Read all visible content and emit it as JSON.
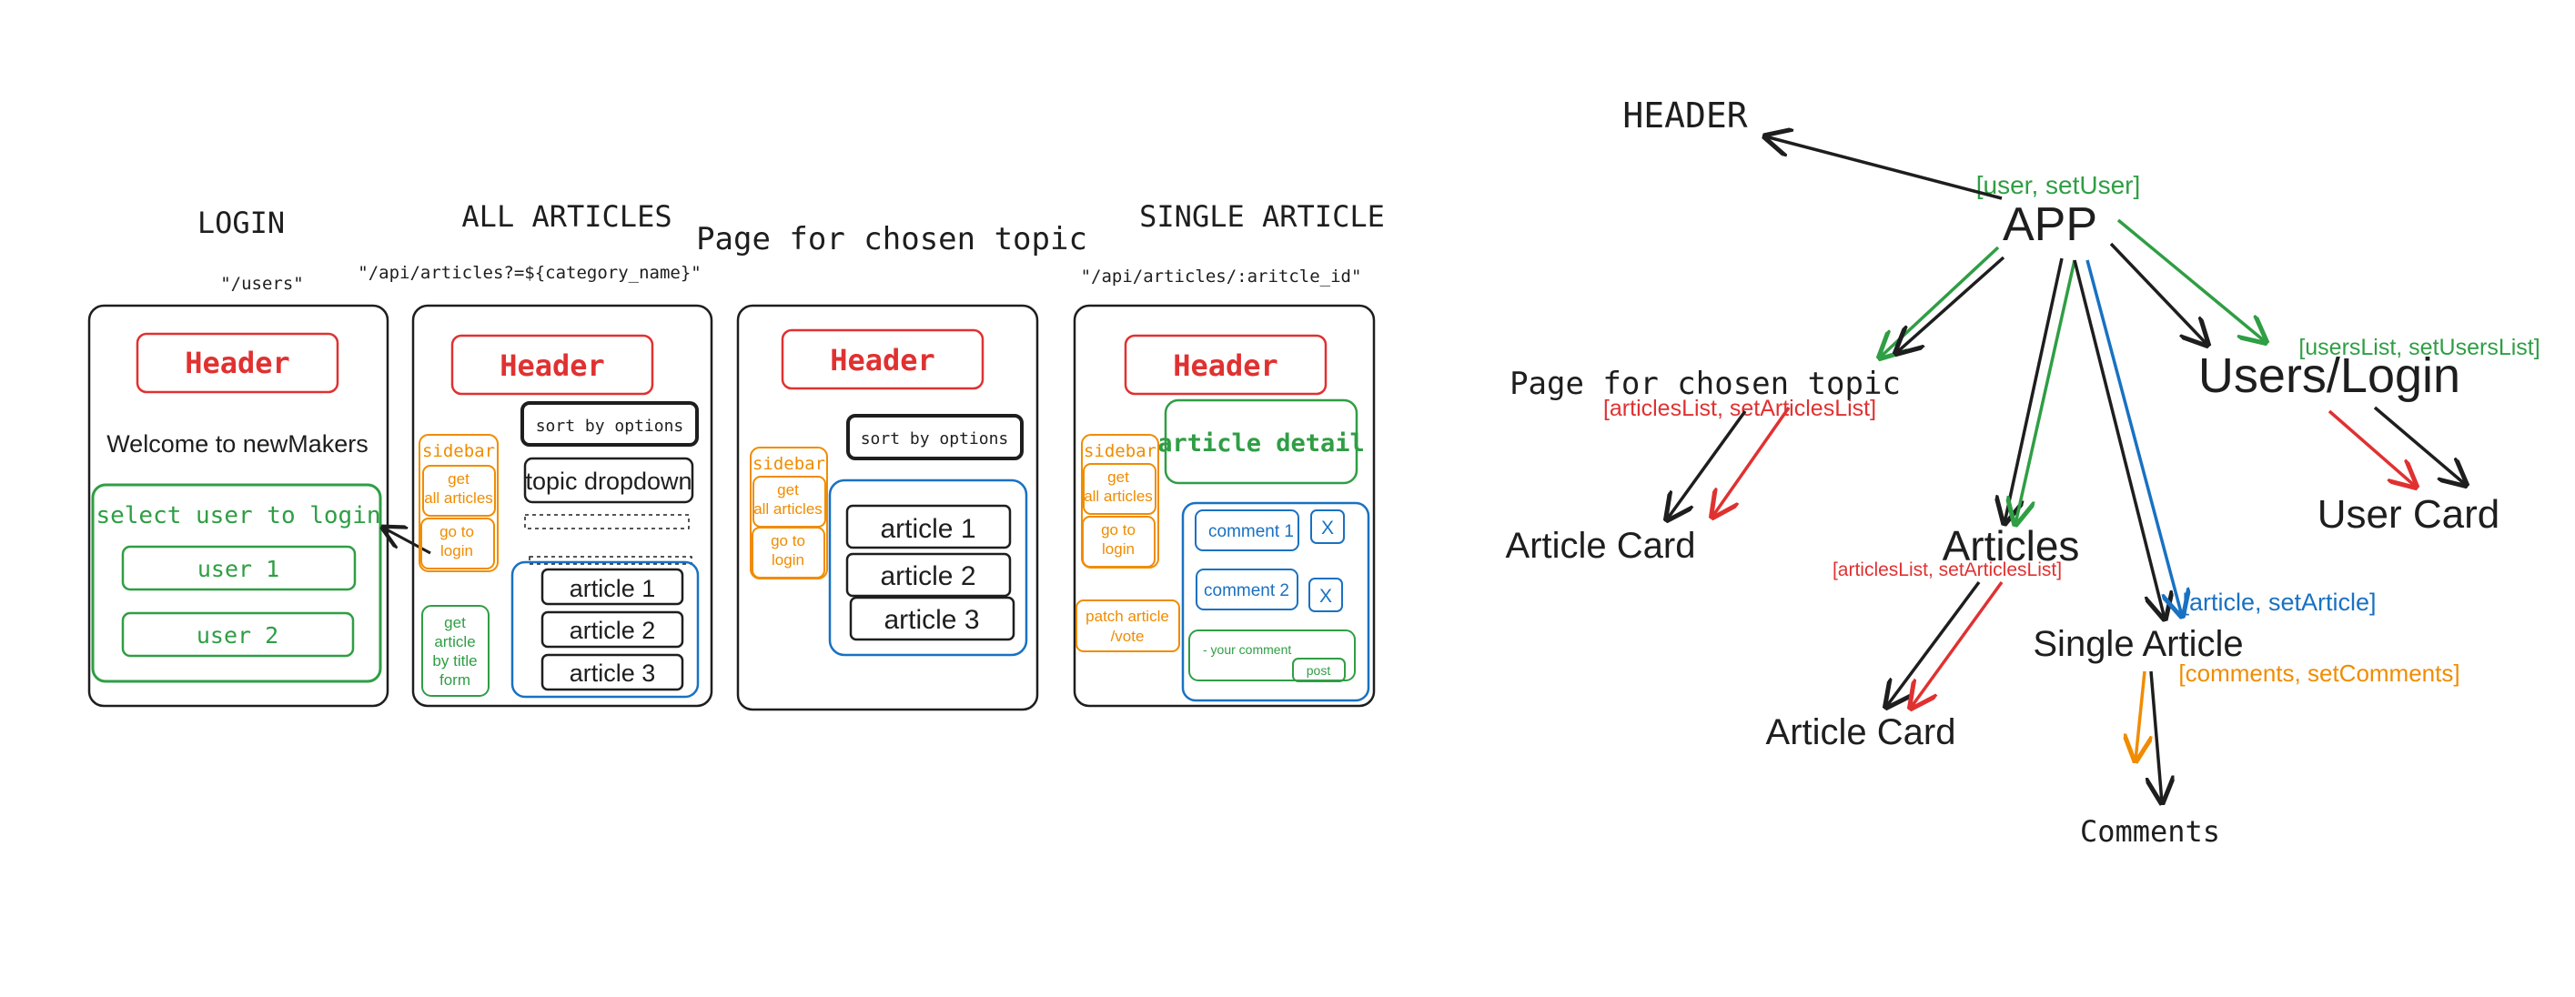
{
  "wireframes": {
    "login": {
      "title": "LOGIN",
      "route": "\"/users\"",
      "header": "Header",
      "welcome": "Welcome to newMakers",
      "select_prompt": "select user to login",
      "user1": "user 1",
      "user2": "user 2"
    },
    "all_articles": {
      "title": "ALL ARTICLES",
      "route": "\"/api/articles?=${category_name}\"",
      "header": "Header",
      "sort": "sort by options",
      "topic_dropdown": "topic dropdown",
      "sidebar": "sidebar",
      "get_all_1": "get",
      "get_all_2": "all articles",
      "go_login_1": "go to",
      "go_login_2": "login",
      "search_1": "get",
      "search_2": "article",
      "search_3": "by title",
      "search_4": "form",
      "articles": [
        "article 1",
        "article 2",
        "article 3"
      ]
    },
    "chosen_topic": {
      "title": "Page for chosen topic",
      "header": "Header",
      "sort": "sort by options",
      "sidebar": "sidebar",
      "get_all_1": "get",
      "get_all_2": "all articles",
      "go_login_1": "go to",
      "go_login_2": "login",
      "articles": [
        "article 1",
        "article 2",
        "article 3"
      ]
    },
    "single_article": {
      "title": "SINGLE ARTICLE",
      "route": "\"/api/articles/:aritcle_id\"",
      "header": "Header",
      "detail": "article detail",
      "sidebar": "sidebar",
      "get_all_1": "get",
      "get_all_2": "all articles",
      "go_login_1": "go to",
      "go_login_2": "login",
      "patch_1": "patch article",
      "patch_2": "/vote",
      "comments": [
        "comment 1",
        "comment 2"
      ],
      "delete": "X",
      "your_comment": "- your comment",
      "post": "post"
    }
  },
  "tree": {
    "header": "HEADER",
    "app": "APP",
    "app_state": "[user, setUser]",
    "topic_page": "Page for chosen topic",
    "topic_state": "[articlesList, setArticlesList]",
    "topic_card": "Article Card",
    "articles": "Articles",
    "articles_state": "[articlesList, setArticlesList]",
    "articles_card": "Article Card",
    "users": "Users/Login",
    "users_state": "[usersList, setUsersList]",
    "user_card": "User Card",
    "single": "Single Article",
    "single_state": "[article, setArticle]",
    "comments_state": "[comments, setComments]",
    "comments": "Comments"
  },
  "colors": {
    "ink": "#1e1e1e",
    "red": "#e03131",
    "green": "#2f9e44",
    "orange": "#f08c00",
    "blue": "#1971c2"
  }
}
